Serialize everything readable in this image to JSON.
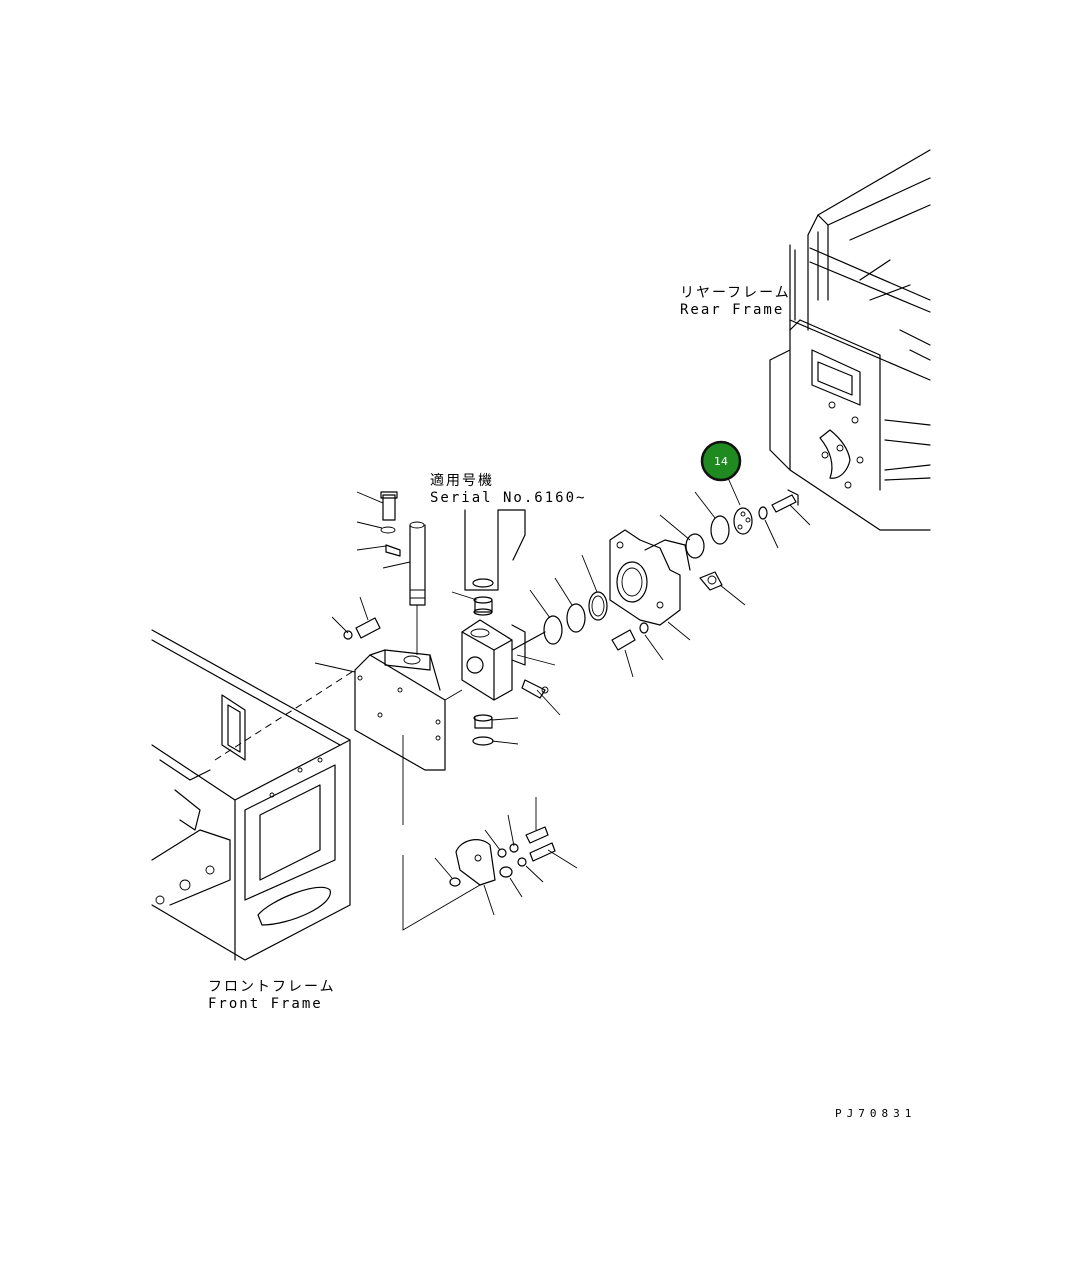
{
  "labels": {
    "rear_frame_jp": "リヤーフレーム",
    "rear_frame_en": "Rear Frame",
    "serial_jp": "適用号機",
    "serial_en": "Serial No.6160~",
    "front_frame_jp": "フロントフレーム",
    "front_frame_en": "Front Frame",
    "drawing_code": "PJ70831"
  },
  "callout": {
    "number": "14",
    "color": "#1f8a1f"
  }
}
